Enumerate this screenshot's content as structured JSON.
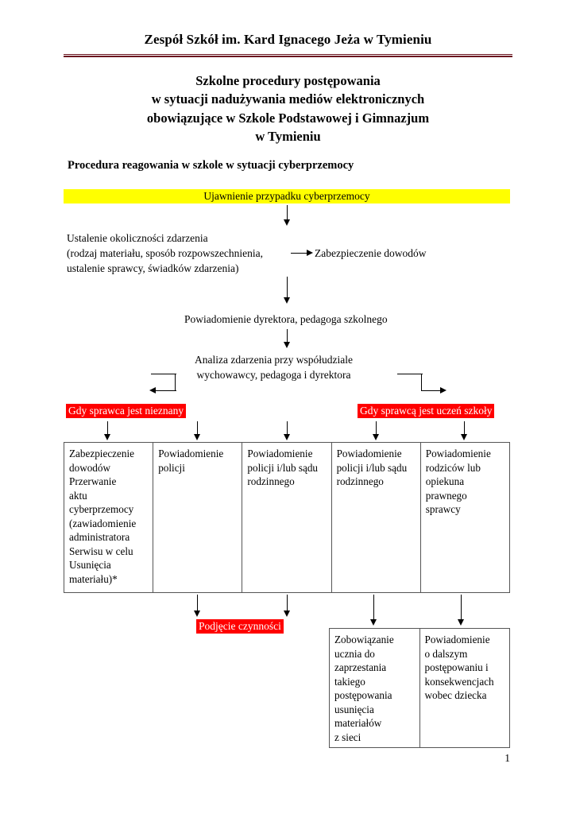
{
  "header": {
    "school_name": "Zespół Szkół im. Kard Ignacego Jeża w Tymieniu",
    "rule_color": "#6b1520"
  },
  "title": {
    "line1": "Szkolne procedury postępowania",
    "line2": "w sytuacji nadużywania mediów elektronicznych",
    "line3": "obowiązujące w Szkole Podstawowej i Gimnazjum",
    "line4": "w Tymieniu"
  },
  "subtitle": "Procedura reagowania w szkole w sytuacji cyberprzemocy",
  "flow": {
    "banner_start": {
      "label": "Ujawnienie przypadku cyberprzemocy",
      "background": "#ffff00",
      "color": "#000000"
    },
    "step_ustalenie": "Ustalenie okoliczności zdarzenia\n(rodzaj materiału, sposób rozpowszechnienia,\nustalenie sprawcy, świadków zdarzenia)",
    "step_zabezpieczenie": "Zabezpieczenie dowodów",
    "step_powiadomienie": "Powiadomienie dyrektora, pedagoga szkolnego",
    "step_analiza": "Analiza zdarzenia przy współudziale\nwychowawcy, pedagoga i dyrektora",
    "branch_left": {
      "label": "Gdy sprawca jest nieznany",
      "background": "#ff0000",
      "color": "#ffffff"
    },
    "branch_right": {
      "label": "Gdy sprawcą jest uczeń szkoły",
      "background": "#ff0000",
      "color": "#ffffff"
    },
    "banner_action": {
      "label": "Podjęcie czynności",
      "background": "#ff0000",
      "color": "#ffffff"
    }
  },
  "main_table": {
    "cells": [
      "Zabezpieczenie\ndowodów\nPrzerwanie\naktu\ncyberprzemocy\n(zawiadomienie\nadministratora\nSerwisu w celu\nUsunięcia\nmateriału)*",
      "Powiadomienie\npolicji",
      "Powiadomienie\npolicji i/lub sądu\nrodzinnego",
      "Powiadomienie\npolicji i/lub sądu\nrodzinnego",
      "Powiadomienie\nrodziców lub\nopiekuna\nprawnego\nsprawcy"
    ]
  },
  "bottom_table": {
    "cells": [
      "Zobowiązanie\nucznia do\nzaprzestania\ntakiego\npostępowania\nusunięcia\nmateriałów\nz sieci",
      "Powiadomienie\no dalszym\npostępowaniu i\nkonsekwencjach\nwobec dziecka"
    ]
  },
  "page_number": "1"
}
